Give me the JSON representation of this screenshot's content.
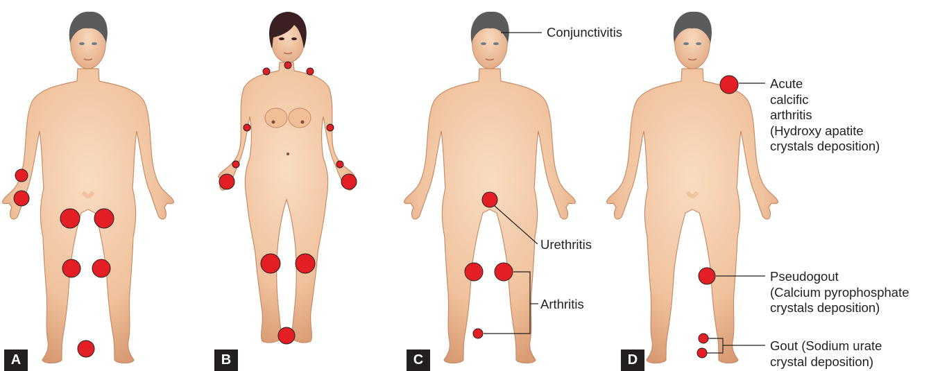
{
  "panels": [
    {
      "letter": "A"
    },
    {
      "letter": "B"
    },
    {
      "letter": "C"
    },
    {
      "letter": "D"
    }
  ],
  "labels": {
    "conjunctivitis": "Conjunctivitis",
    "urethritis": "Urethritis",
    "arthritis": "Arthritis",
    "acute_calcific": [
      "Acute",
      "calcific",
      "arthritis",
      "(Hydroxy apatite",
      "crystals deposition)"
    ],
    "pseudogout": [
      "Pseudogout",
      "(Calcium pyrophosphate",
      "crystals deposition)"
    ],
    "gout": [
      "Gout (Sodium urate",
      "crystal deposition)"
    ]
  },
  "colors": {
    "skin": "#f2c7a2",
    "skin_shadow": "#d99f79",
    "male_hair": "#5a5b5d",
    "female_hair": "#3a1f23",
    "joint_marker": "#e31e24",
    "leader_line": "#231f20",
    "badge": "#231f20"
  }
}
